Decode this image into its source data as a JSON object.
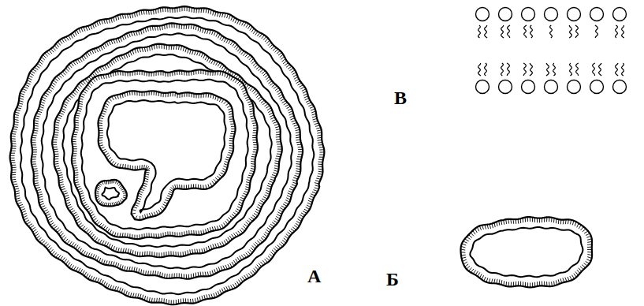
{
  "diagram": {
    "labels": [
      "А",
      "Б",
      "В"
    ]
  }
}
